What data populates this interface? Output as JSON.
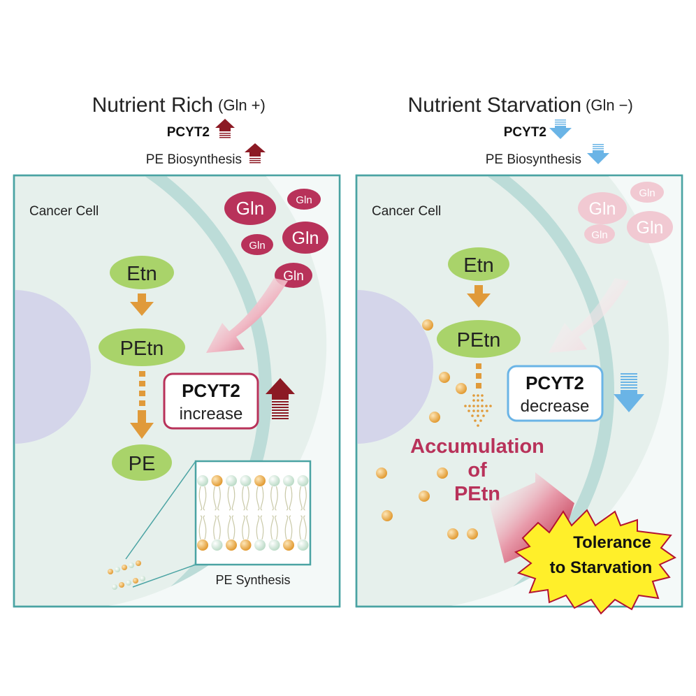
{
  "left": {
    "title": "Nutrient Rich",
    "title_suffix": "(Gln +)",
    "enzyme": "PCYT2",
    "process": "PE Biosynthesis",
    "cell_label": "Cancer Cell",
    "gln": [
      "Gln",
      "Gln",
      "Gln",
      "Gln",
      "Gln"
    ],
    "pathway": [
      "Etn",
      "PEtn",
      "PE"
    ],
    "box_title": "PCYT2",
    "box_sub": "increase",
    "inset_label": "PE Synthesis"
  },
  "right": {
    "title": "Nutrient Starvation",
    "title_suffix": "(Gln −)",
    "enzyme": "PCYT2",
    "process": "PE Biosynthesis",
    "cell_label": "Cancer Cell",
    "gln": [
      "Gln",
      "Gln",
      "Gln",
      "Gln"
    ],
    "pathway": [
      "Etn",
      "PEtn"
    ],
    "box_title": "PCYT2",
    "box_sub": "decrease",
    "accum": [
      "Accumulation",
      "of",
      "PEtn"
    ],
    "tolerance": [
      "Tolerance",
      "to Starvation"
    ]
  },
  "colors": {
    "panel_border": "#4aa3a3",
    "cytoplasm": "#e6f0ec",
    "membrane": "#bcdcd8",
    "nucleus": "#d4d5ea",
    "gln": "#b8325a",
    "gln_faded": "#f1c9d2",
    "node": "#a9d36a",
    "arrow_orange": "#e09a3a",
    "dark_red": "#8c1a24",
    "blue": "#6ab4e6",
    "accum_text": "#b8325a",
    "burst": "#ffef2a"
  }
}
